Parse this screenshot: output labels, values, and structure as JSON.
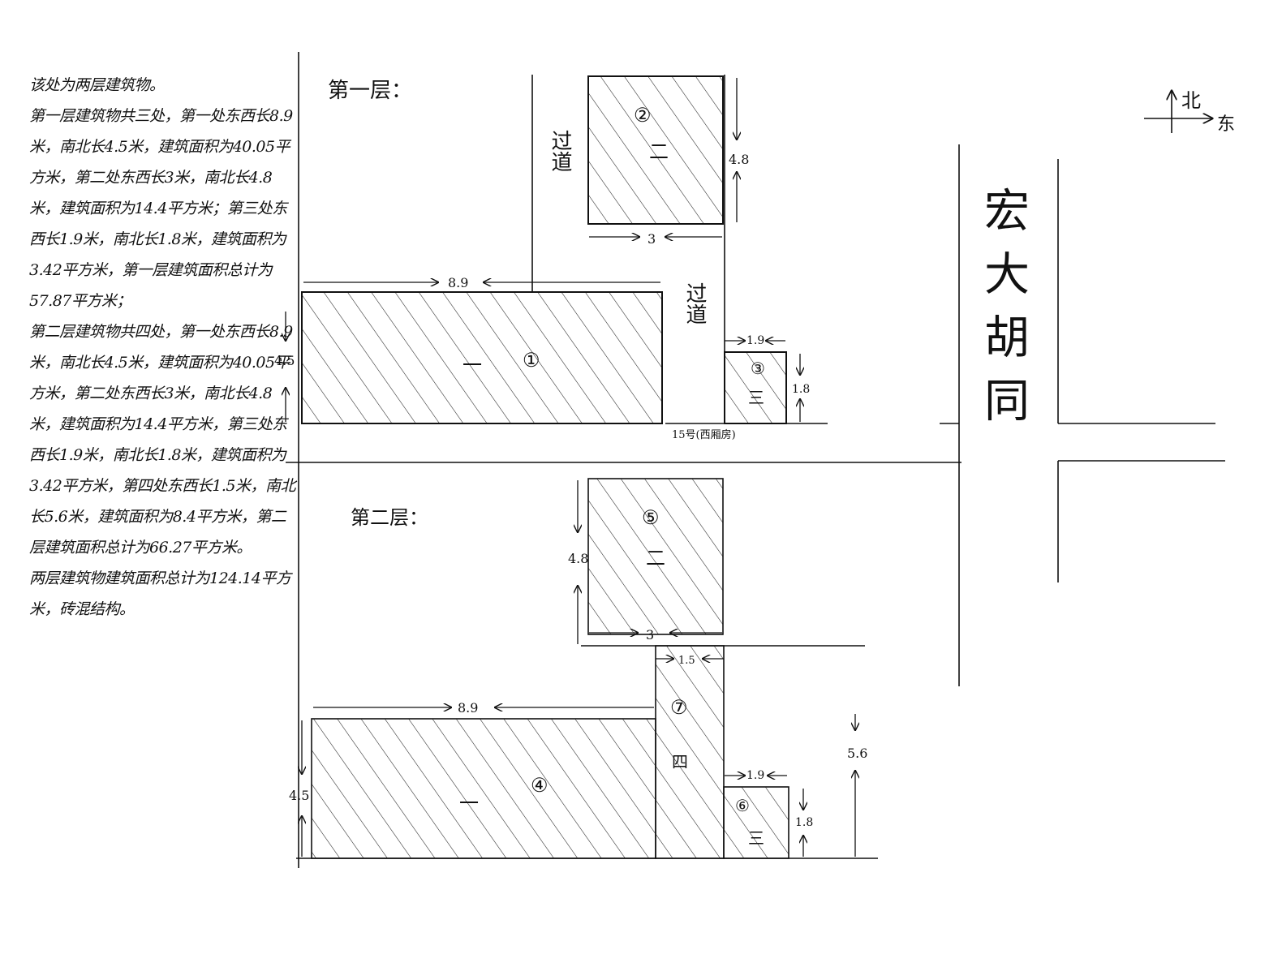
{
  "description": [
    "该处为两层建筑物。",
    "第一层建筑物共三处，第一处东西长8.9米，南北长4.5米，建筑面积为40.05平方米，第二处东西长3米，南北长4.8米，建筑面积为14.4平方米；第三处东西长1.9米，南北长1.8米，建筑面积为3.42平方米，第一层建筑面积总计为57.87平方米；",
    "第二层建筑物共四处，第一处东西长8.9米，南北长4.5米，建筑面积为40.05平方米，第二处东西长3米，南北长4.8米，建筑面积为14.4平方米，第三处东西长1.9米，南北长1.8米，建筑面积为3.42平方米，第四处东西长1.5米，南北长5.6米，建筑面积为8.4平方米，第二层建筑面积总计为66.27平方米。",
    "两层建筑物建筑面积总计为124.14平方米，砖混结构。"
  ],
  "floor1": {
    "title": "第一层：",
    "passage_top": "过道",
    "passage_mid": "过道",
    "house_no": "15号(西厢房)",
    "dims": {
      "b1_ew": "8.9",
      "b1_ns": "4.5",
      "b2_ew": "3",
      "b2_ns": "4.8",
      "b3_ew": "1.9",
      "b3_ns": "1.8"
    },
    "buildings": [
      {
        "num": "①",
        "mark": "一"
      },
      {
        "num": "②",
        "mark": "二"
      },
      {
        "num": "③",
        "mark": "三"
      }
    ]
  },
  "floor2": {
    "title": "第二层：",
    "dims": {
      "b4_ew": "8.9",
      "b4_ns": "4.5",
      "b5_ew": "3",
      "b5_ns": "4.8",
      "b6_ew": "1.9",
      "b6_ns": "1.8",
      "b7_ew": "1.5",
      "b7_ns": "5.6"
    },
    "buildings": [
      {
        "num": "④",
        "mark": "一"
      },
      {
        "num": "⑤",
        "mark": "二"
      },
      {
        "num": "⑥",
        "mark": "三"
      },
      {
        "num": "⑦",
        "mark": "四"
      }
    ]
  },
  "road": {
    "name": "宏大胡同"
  },
  "compass": {
    "north": "北",
    "east": "东"
  }
}
